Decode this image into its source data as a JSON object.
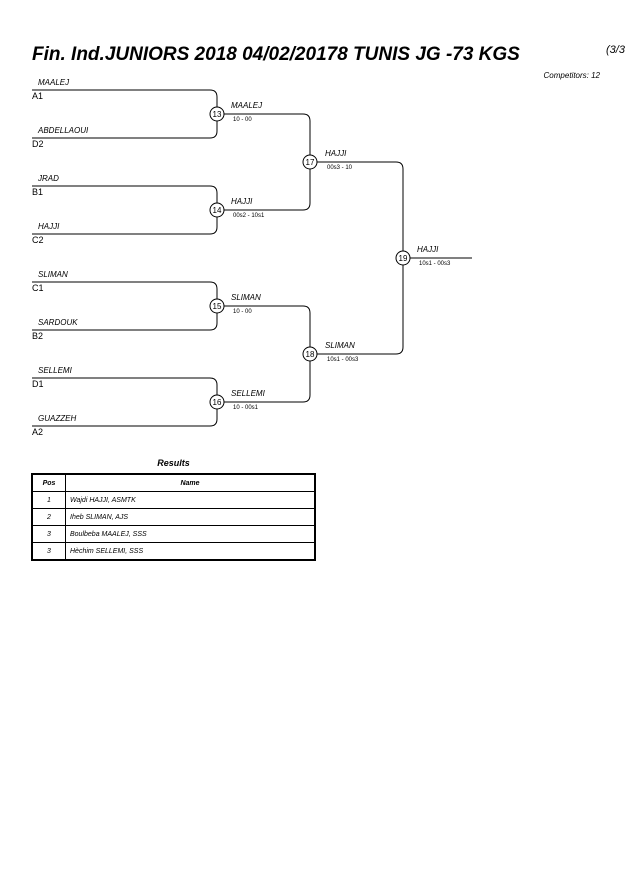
{
  "header": {
    "title": "Fin. Ind.JUNIORS 2018  04/02/20178  TUNIS   JG -73 KGS",
    "page": "(3/3",
    "competitors": "Competitors: 12"
  },
  "bracket": {
    "entries": [
      {
        "name": "MAALEJ",
        "seed": "A1"
      },
      {
        "name": "ABDELLAOUI",
        "seed": "D2"
      },
      {
        "name": "JRAD",
        "seed": "B1"
      },
      {
        "name": "HAJJI",
        "seed": "C2"
      },
      {
        "name": "SLIMAN",
        "seed": "C1"
      },
      {
        "name": "SARDOUK",
        "seed": "B2"
      },
      {
        "name": "SELLEMI",
        "seed": "D1"
      },
      {
        "name": "GUAZZEH",
        "seed": "A2"
      }
    ],
    "round1": [
      {
        "match": "13",
        "winner": "MAALEJ",
        "score": "10 - 00"
      },
      {
        "match": "14",
        "winner": "HAJJI",
        "score": "00s2 - 10s1"
      },
      {
        "match": "15",
        "winner": "SLIMAN",
        "score": "10 - 00"
      },
      {
        "match": "16",
        "winner": "SELLEMI",
        "score": "10 - 00s1"
      }
    ],
    "round2": [
      {
        "match": "17",
        "winner": "HAJJI",
        "score": "00s3 - 10"
      },
      {
        "match": "18",
        "winner": "SLIMAN",
        "score": "10s1 - 00s3"
      }
    ],
    "final": {
      "match": "19",
      "winner": "HAJJI",
      "score": "10s1 - 00s3"
    }
  },
  "results": {
    "title": "Results",
    "headers": {
      "pos": "Pos",
      "name": "Name"
    },
    "rows": [
      {
        "pos": "1",
        "name": "Wajdi HAJJI, ASMTK"
      },
      {
        "pos": "2",
        "name": "Iheb SLIMAN, AJS"
      },
      {
        "pos": "3",
        "name": "Boulbeba MAALEJ, SSS"
      },
      {
        "pos": "3",
        "name": "Hèchim SELLEMI, SSS"
      }
    ]
  }
}
